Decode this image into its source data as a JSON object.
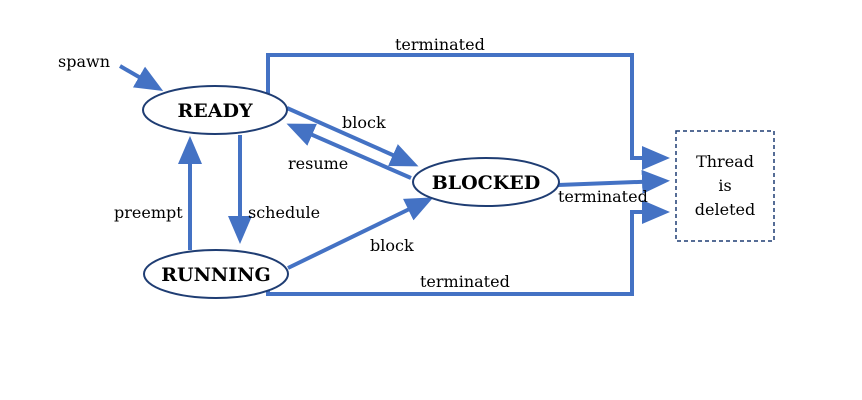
{
  "colors": {
    "arrow": "#4472c4",
    "node_border": "#1f3d73",
    "text": "#000000",
    "background": "#ffffff"
  },
  "nodes": {
    "ready": "READY",
    "blocked": "BLOCKED",
    "running": "RUNNING"
  },
  "terminal": {
    "line1": "Thread",
    "line2": "is",
    "line3": "deleted"
  },
  "edges": {
    "spawn": "spawn",
    "ready_to_blocked": "block",
    "blocked_to_ready": "resume",
    "running_to_ready": "preempt",
    "ready_to_running": "schedule",
    "running_to_blocked": "block",
    "ready_terminated": "terminated",
    "blocked_terminated": "terminated",
    "running_terminated": "terminated"
  }
}
